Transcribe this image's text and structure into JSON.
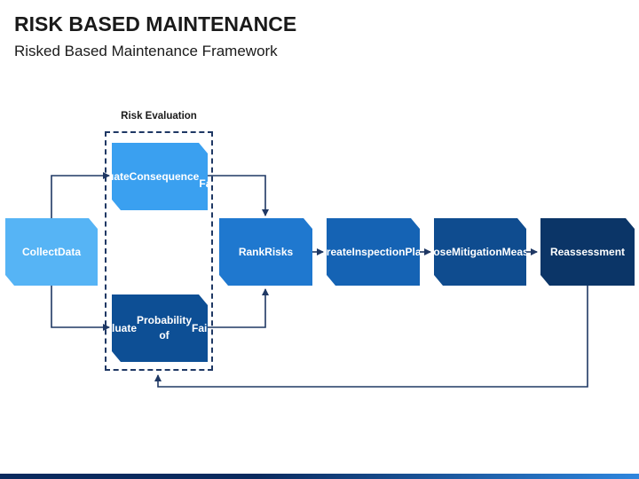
{
  "header": {
    "title": "RISK BASED MAINTENANCE",
    "subtitle": "Risked Based Maintenance Framework"
  },
  "risk_evaluation_group": {
    "label": "Risk Evaluation"
  },
  "nodes": {
    "collect_data": {
      "lines": [
        "Collect",
        "Data"
      ],
      "color": "#56b4f5"
    },
    "evaluate_consequence": {
      "lines": [
        "Evaluate",
        "Consequence",
        "of Failure"
      ],
      "color": "#3aa0f0"
    },
    "evaluate_probability": {
      "lines": [
        "Evaluate",
        "Probability of",
        "Failure"
      ],
      "color": "#0d4f95"
    },
    "rank_risks": {
      "lines": [
        "Rank",
        "Risks"
      ],
      "color": "#1f78cf"
    },
    "create_inspection_plan": {
      "lines": [
        "Create",
        "Inspection",
        "Plan"
      ],
      "color": "#1563b4"
    },
    "purpose_mitigation_measures": {
      "lines": [
        "Purpose",
        "Mitigation",
        "Measures"
      ],
      "color": "#0f4c8f"
    },
    "reassessment": {
      "lines": [
        "Reassessment"
      ],
      "color": "#0b3567"
    }
  },
  "colors": {
    "connector": "#1f3864",
    "group_border": "#1f3864"
  }
}
